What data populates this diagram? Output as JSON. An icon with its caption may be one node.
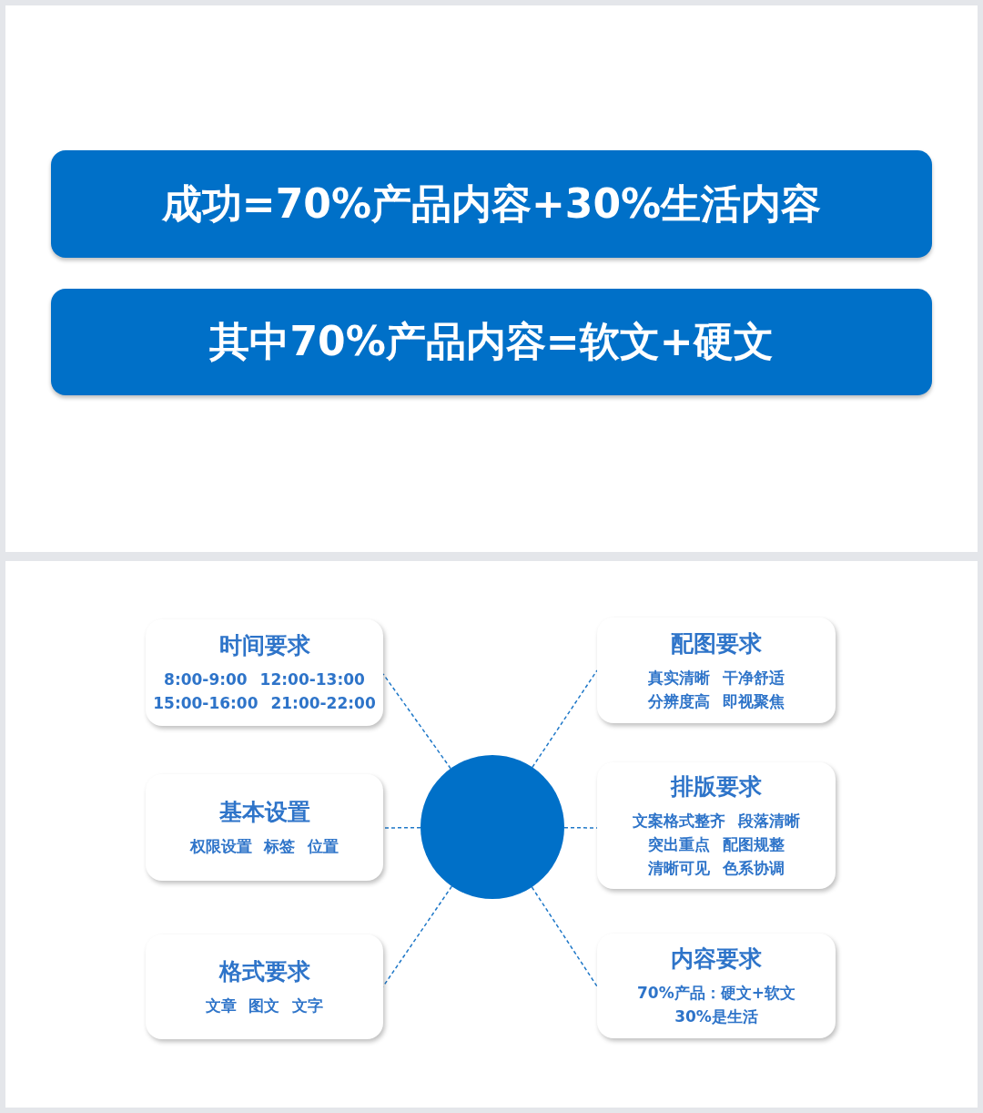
{
  "diagram": {
    "nodes": [
      {
        "text": [
          "成功=70%产品内容+30%生活内容"
        ]
      },
      {
        "text": [
          "其中70%产品内容=软文+硬文"
        ]
      },
      {
        "text": [],
        "shape": "circle"
      },
      {
        "text": [
          "时间要求",
          "8:00-9:00 12:00-13:00",
          "15:00-16:00 21:00-22:00"
        ]
      },
      {
        "text": [
          "配图要求",
          "真实清晰 干净舒适",
          "分辨度高 即视聚焦"
        ]
      },
      {
        "text": [
          "基本设置",
          "权限设置 标签 位置"
        ]
      },
      {
        "text": [
          "排版要求",
          "文案格式整齐 段落清晰",
          "突出重点 配图规整",
          "清晰可见 色系协调"
        ]
      },
      {
        "text": [
          "格式要求",
          "文章 图文 文字"
        ]
      },
      {
        "text": [
          "内容要求",
          "70%产品：硬文+软文",
          "30%是生活"
        ]
      }
    ],
    "edges": [
      {
        "from": 2,
        "to": 3,
        "arrow": "none",
        "style": "dashed"
      },
      {
        "from": 2,
        "to": 4,
        "arrow": "none",
        "style": "dashed"
      },
      {
        "from": 2,
        "to": 5,
        "arrow": "none",
        "style": "dashed"
      },
      {
        "from": 2,
        "to": 6,
        "arrow": "none",
        "style": "dashed"
      },
      {
        "from": 2,
        "to": 7,
        "arrow": "none",
        "style": "dashed"
      },
      {
        "from": 2,
        "to": 8,
        "arrow": "none",
        "style": "dashed"
      }
    ]
  }
}
